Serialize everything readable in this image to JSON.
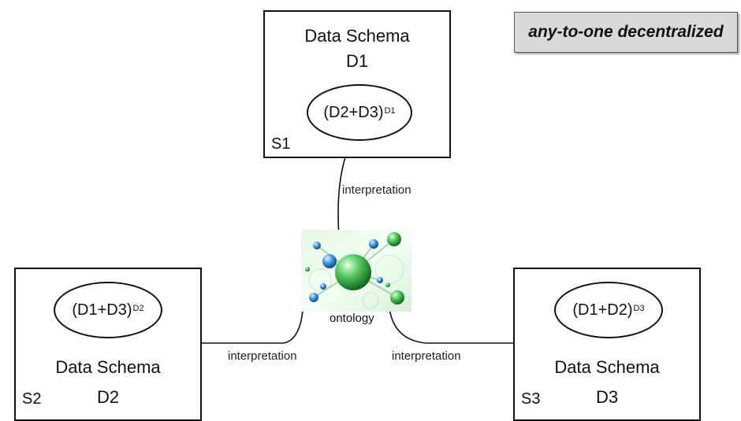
{
  "tag": "any-to-one decentralized",
  "center": {
    "label": "ontology"
  },
  "nodes": {
    "s1": {
      "title": "Data Schema",
      "sub": "D1",
      "server": "S1",
      "ellipse_main": "(D2+D3)",
      "ellipse_sup": "D1"
    },
    "s2": {
      "title": "Data Schema",
      "sub": "D2",
      "server": "S2",
      "ellipse_main": "(D1+D3)",
      "ellipse_sup": "D2"
    },
    "s3": {
      "title": "Data Schema",
      "sub": "D3",
      "server": "S3",
      "ellipse_main": "(D1+D2)",
      "ellipse_sup": "D3"
    }
  },
  "edges": {
    "top": "interpretation",
    "left": "interpretation",
    "right": "interpretation"
  },
  "colors": {
    "tag_bg": "#d9d9d9",
    "ontology_green": "#2e9e3a",
    "ontology_blue": "#2f7fd0"
  }
}
